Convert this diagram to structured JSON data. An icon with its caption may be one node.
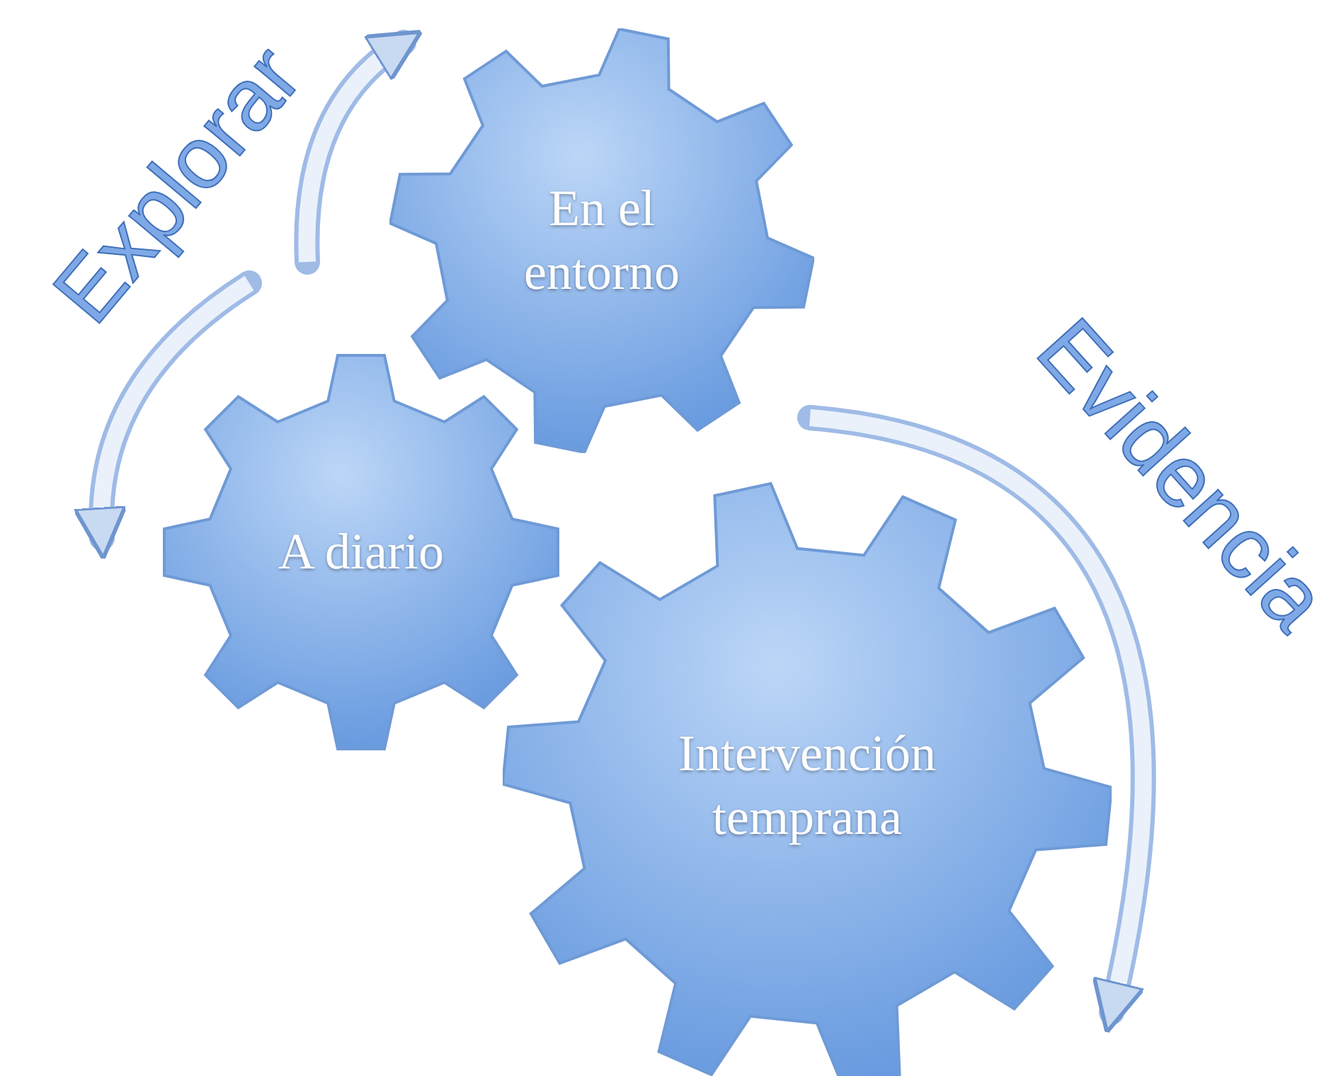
{
  "diagram": {
    "nodes": [
      {
        "text": [
          "En el entorno"
        ]
      },
      {
        "text": [
          "A diario"
        ]
      },
      {
        "text": [
          "Intervención temprana"
        ]
      }
    ],
    "labels": [
      "Explorar",
      "Evidencia"
    ]
  }
}
